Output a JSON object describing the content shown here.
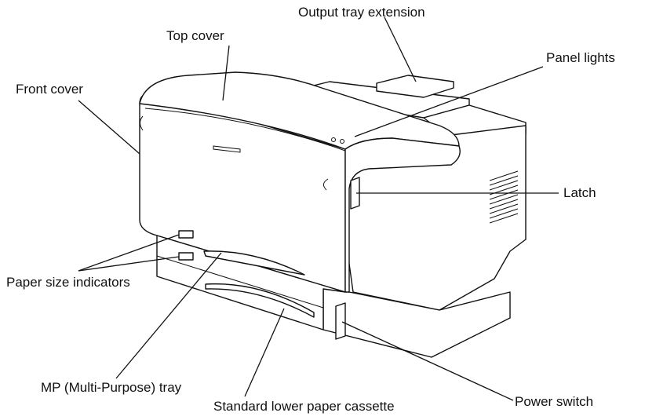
{
  "labels": {
    "output_tray_extension": "Output tray extension",
    "top_cover": "Top cover",
    "panel_lights": "Panel lights",
    "front_cover": "Front cover",
    "latch": "Latch",
    "paper_size_indicators": "Paper size indicators",
    "mp_tray": "MP (Multi-Purpose) tray",
    "standard_lower_cassette": "Standard lower paper cassette",
    "power_switch": "Power switch"
  },
  "colors": {
    "line": "#111111",
    "background": "#ffffff"
  }
}
